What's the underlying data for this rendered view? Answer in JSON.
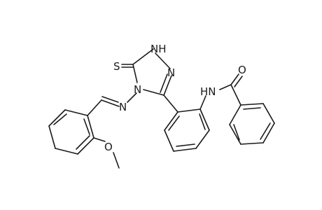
{
  "molecule": {
    "atom_labels": {
      "nh_triazole": "NH",
      "s_thione": "S",
      "n2_ring": "N",
      "n4_ring": "N",
      "n_imine": "N",
      "nh_amide": "HN",
      "o_carbonyl": "O",
      "o_methoxy": "O"
    }
  },
  "colors": {
    "bond": "#1a1a1a",
    "label": "#1a1a1a",
    "background": "#ffffff"
  }
}
